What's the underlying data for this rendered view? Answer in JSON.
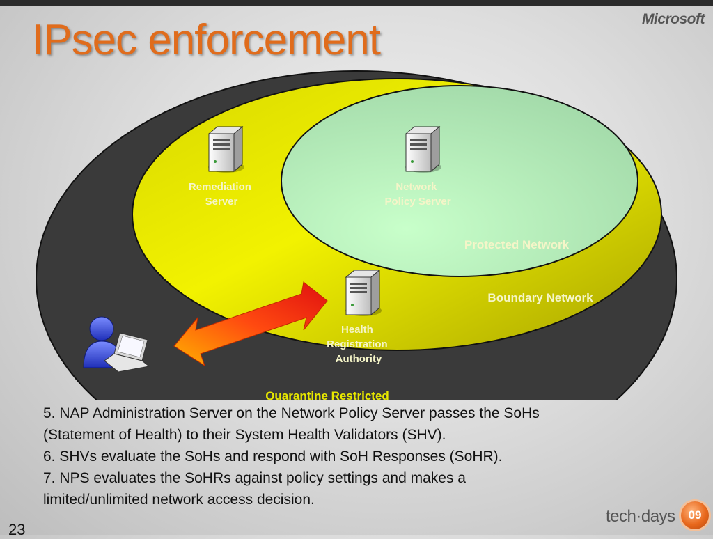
{
  "slide": {
    "title": "IPsec enforcement",
    "brand": "Microsoft",
    "page_number": "23"
  },
  "diagram": {
    "zones": {
      "protected": "Protected Network",
      "boundary": "Boundary Network",
      "quarantine": "Quarantine Restricted"
    },
    "servers": {
      "remediation": [
        "Remediation",
        "Server"
      ],
      "nps": [
        "Network",
        "Policy Server"
      ],
      "hra": [
        "Health",
        "Registration",
        "Authority"
      ]
    }
  },
  "notes": [
    "5. NAP Administration Server on the Network Policy Server passes the SoHs",
    "(Statement of Health) to their System Health Validators (SHV).",
    "6. SHVs evaluate the SoHs and respond with SoH Responses (SoHR).",
    "7. NPS evaluates the SoHRs against policy settings and makes a",
    "limited/unlimited network access decision."
  ],
  "footer": {
    "logo_text": "tech·days",
    "logo_badge": "09"
  },
  "colors": {
    "title": "#e06c1c",
    "quarantine_zone": "#3a3a3a",
    "boundary_zone": "#e8e800",
    "protected_zone": "#bff2c4",
    "label_text": "#f5f5c8"
  }
}
